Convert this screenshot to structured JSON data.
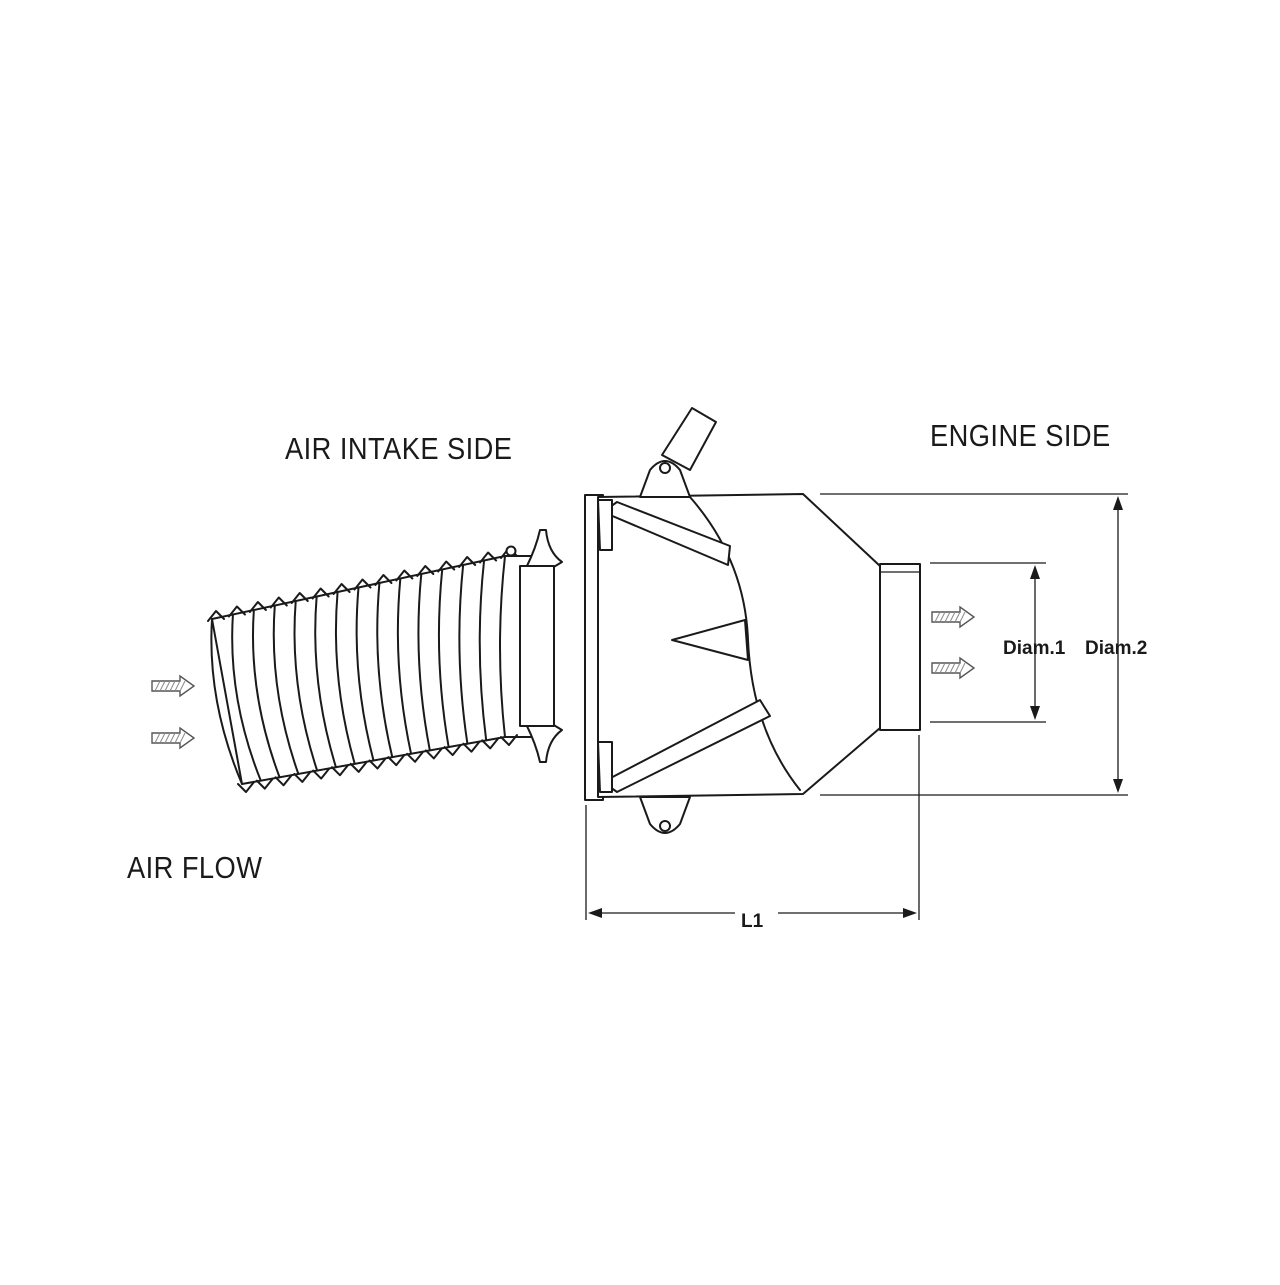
{
  "diagram": {
    "labels": {
      "air_intake_side": "AIR INTAKE SIDE",
      "engine_side": "ENGINE SIDE",
      "air_flow": "AIR FLOW",
      "diam1": "Diam.1",
      "diam2": "Diam.2",
      "l1": "L1"
    },
    "hose": {
      "pleats": 15
    },
    "colors": {
      "line": "#1a1a1a",
      "arrow": "#555555",
      "background": "#ffffff"
    }
  }
}
